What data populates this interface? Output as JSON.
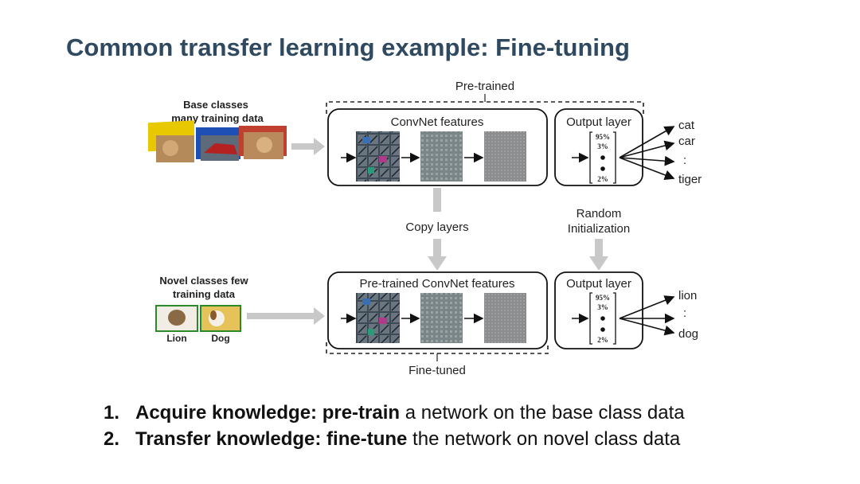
{
  "title": "Common transfer learning example: Fine-tuning",
  "diagram": {
    "pretrained_label": "Pre-trained",
    "finetuned_label": "Fine-tuned",
    "base": {
      "line1": "Base classes",
      "line2": "many training data"
    },
    "novel": {
      "line1": "Novel classes few",
      "line2": "training data",
      "img1": "Lion",
      "img2": "Dog"
    },
    "top_features_label": "ConvNet features",
    "bottom_features_label": "Pre-trained ConvNet features",
    "output_layer_label": "Output layer",
    "copy_layers_label": "Copy layers",
    "random_init": {
      "line1": "Random",
      "line2": "Initialization"
    },
    "output_values": [
      "95%",
      "3%",
      "2%"
    ],
    "top_classes": [
      "cat",
      "car",
      ":",
      "tiger"
    ],
    "bottom_classes": [
      "lion",
      ":",
      "dog"
    ]
  },
  "steps": [
    {
      "num": "1.",
      "bold": "Acquire knowledge: pre-train",
      "rest": " a network on the base class data"
    },
    {
      "num": "2.",
      "bold": "Transfer knowledge: fine-tune",
      "rest": " the network on novel class data"
    }
  ]
}
